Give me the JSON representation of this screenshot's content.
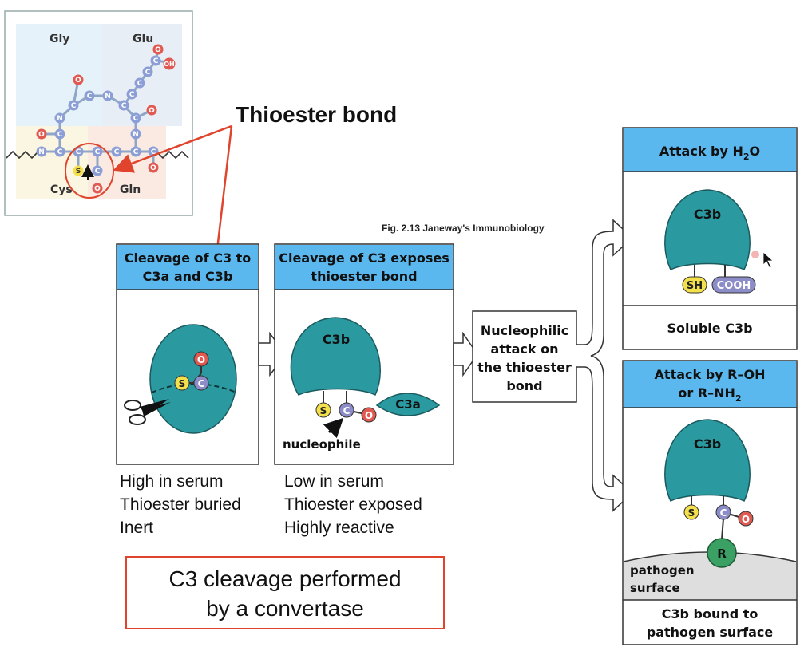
{
  "inset": {
    "labels": {
      "gly": "Gly",
      "glu": "Glu",
      "cys": "Cys",
      "gln": "Gln"
    },
    "atoms": {
      "c": "C",
      "n": "N",
      "o": "O",
      "s": "S",
      "oh": "OH"
    }
  },
  "callout": {
    "thioester_bond": "Thioester bond"
  },
  "figure_credit": "Fig. 2.13 Janeway's Immunobiology",
  "panel1": {
    "title_line1": "Cleavage of C3 to",
    "title_line2": "C3a and C3b",
    "caption": [
      "High in serum",
      "Thioester buried",
      "Inert"
    ]
  },
  "panel2": {
    "title_line1": "Cleavage of C3 exposes",
    "title_line2": "thioester bond",
    "c3b": "C3b",
    "c3a": "C3a",
    "nucleophile": "nucleophile",
    "caption": [
      "Low in serum",
      "Thioester exposed",
      "Highly reactive"
    ]
  },
  "center_box": {
    "lines": [
      "Nucleophilic",
      "attack on",
      "the thioester",
      "bond"
    ]
  },
  "panel3": {
    "title": "Attack by H",
    "title_sub": "2",
    "title_end": "O",
    "c3b": "C3b",
    "sh": "SH",
    "cooh": "COOH",
    "footer": "Soluble C3b"
  },
  "panel4": {
    "title_line1": "Attack by R–OH",
    "title_line2": "or R–NH",
    "title_line2_sub": "2",
    "c3b": "C3b",
    "r": "R",
    "surface_line1": "pathogen",
    "surface_line2": "surface",
    "footer_line1": "C3b bound to",
    "footer_line2": "pathogen surface"
  },
  "convertase_box": {
    "line1": "C3 cleavage performed",
    "line2": "by a convertase"
  },
  "colors": {
    "teal": "#2a9aa0",
    "header_blue": "#5bb8ee",
    "red_accent": "#e0442c",
    "sulfur_yellow": "#f4e04a",
    "carbon_purple": "#8c8cc8",
    "oxygen_red": "#e05a52",
    "r_group_green": "#3aa064"
  }
}
